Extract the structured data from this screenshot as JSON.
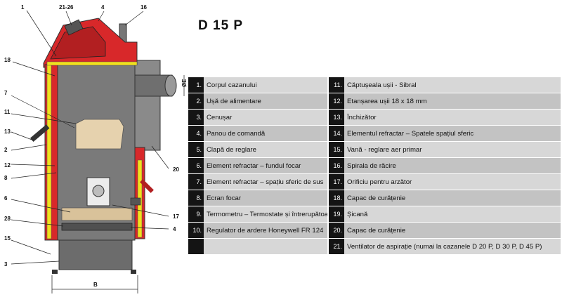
{
  "title": "D 15 P",
  "dimension_labels": {
    "width": "B",
    "diameter": "ØE"
  },
  "callouts": [
    "1",
    "21-26",
    "4",
    "16",
    "18",
    "7",
    "11",
    "13",
    "2",
    "12",
    "8",
    "6",
    "28",
    "15",
    "3",
    "20",
    "17",
    "4"
  ],
  "parts_left": [
    {
      "num": "1.",
      "text": "Corpul cazanului"
    },
    {
      "num": "2.",
      "text": "Ușă de alimentare"
    },
    {
      "num": "3.",
      "text": "Cenușar"
    },
    {
      "num": "4.",
      "text": "Panou de comandă"
    },
    {
      "num": "5.",
      "text": "Clapă de reglare"
    },
    {
      "num": "6.",
      "text": "Element refractar – fundul focar"
    },
    {
      "num": "7.",
      "text": "Element refractar – spațiu sferic de sus"
    },
    {
      "num": "8.",
      "text": "Ecran focar"
    },
    {
      "num": "9.",
      "text": "Termometru – Termostate și întrerupătoare"
    },
    {
      "num": "10.",
      "text": "Regulator de ardere Honeywell FR 124"
    },
    {
      "num": "",
      "text": ""
    }
  ],
  "parts_right": [
    {
      "num": "11.",
      "text": "Căptușeala ușii - Sibral"
    },
    {
      "num": "12.",
      "text": "Etanșarea ușii 18 x 18 mm"
    },
    {
      "num": "13.",
      "text": "Închizător"
    },
    {
      "num": "14.",
      "text": "Elementul refractar – Spatele spațiul sferic"
    },
    {
      "num": "15.",
      "text": "Vană - reglare aer primar"
    },
    {
      "num": "16.",
      "text": "Spirala de răcire"
    },
    {
      "num": "17.",
      "text": "Orificiu pentru arzător"
    },
    {
      "num": "18.",
      "text": "Capac de curățenie"
    },
    {
      "num": "19.",
      "text": "Șicană"
    },
    {
      "num": "20.",
      "text": "Capac de curățenie"
    },
    {
      "num": "21.",
      "text": "Ventilator de aspirație (numai la cazanele D 20 P, D 30 P, D 45 P)"
    }
  ],
  "colors": {
    "body_red": "#d8282a",
    "frame_yellow": "#f2e01e",
    "steel": "#7a7a7a",
    "dark_steel": "#4a4a4a",
    "refractory": "#e6d2ae",
    "header_black": "#141414"
  }
}
